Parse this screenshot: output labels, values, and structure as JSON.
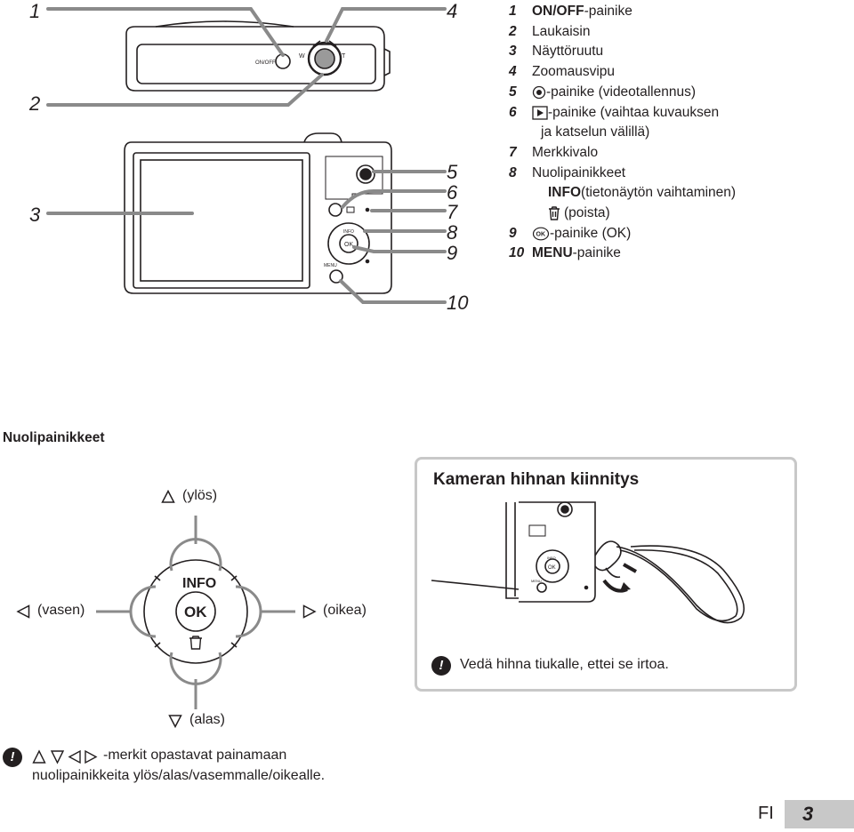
{
  "callouts": {
    "c1": "1",
    "c2": "2",
    "c3": "3",
    "c4": "4",
    "c5": "5",
    "c6": "6",
    "c7": "7",
    "c8": "8",
    "c9": "9",
    "c10": "10"
  },
  "camera_labels": {
    "on_off": "ON/OFF",
    "w": "W",
    "t": "T",
    "info": "INFO",
    "ok": "OK",
    "menu": "MENU"
  },
  "legend": {
    "items": [
      {
        "num": "1",
        "bold": "ON/OFF",
        "text": "-painike"
      },
      {
        "num": "2",
        "bold": "",
        "text": "Laukaisin"
      },
      {
        "num": "3",
        "bold": "",
        "text": "Näyttöruutu"
      },
      {
        "num": "4",
        "bold": "",
        "text": "Zoomausvipu"
      },
      {
        "num": "5",
        "bold": "",
        "text": "-painike (videotallennus)"
      },
      {
        "num": "6",
        "bold": "",
        "text": "-painike (vaihtaa kuvauksen"
      },
      {
        "num": "7",
        "bold": "",
        "text": "Merkkivalo"
      },
      {
        "num": "8",
        "bold": "",
        "text": "Nuolipainikkeet"
      },
      {
        "num": "9",
        "bold": "",
        "text": "-painike (OK)"
      },
      {
        "num": "10",
        "bold": "MENU",
        "text": "-painike"
      }
    ],
    "item6_cont": "ja katselun välillä)",
    "info_bold": "INFO",
    "info_text": " (tietonäytön vaihtaminen)",
    "trash_text": "(poista)"
  },
  "arrow_section": {
    "title": "Nuolipainikkeet",
    "up": "(ylös)",
    "down": "(alas)",
    "left": "(vasen)",
    "right": "(oikea)",
    "info": "INFO",
    "ok": "OK"
  },
  "strap_box": {
    "title": "Kameran hihnan kiinnitys",
    "note": "Vedä hihna tiukalle, ettei se irtoa.",
    "info": "INFO",
    "ok": "OK",
    "menu": "MENU"
  },
  "bottom_note": {
    "line1": "-merkit opastavat painamaan",
    "line2": "nuolipainikkeita ylös/alas/vasemmalle/oikealle."
  },
  "footer": {
    "lang": "FI",
    "page": "3"
  }
}
